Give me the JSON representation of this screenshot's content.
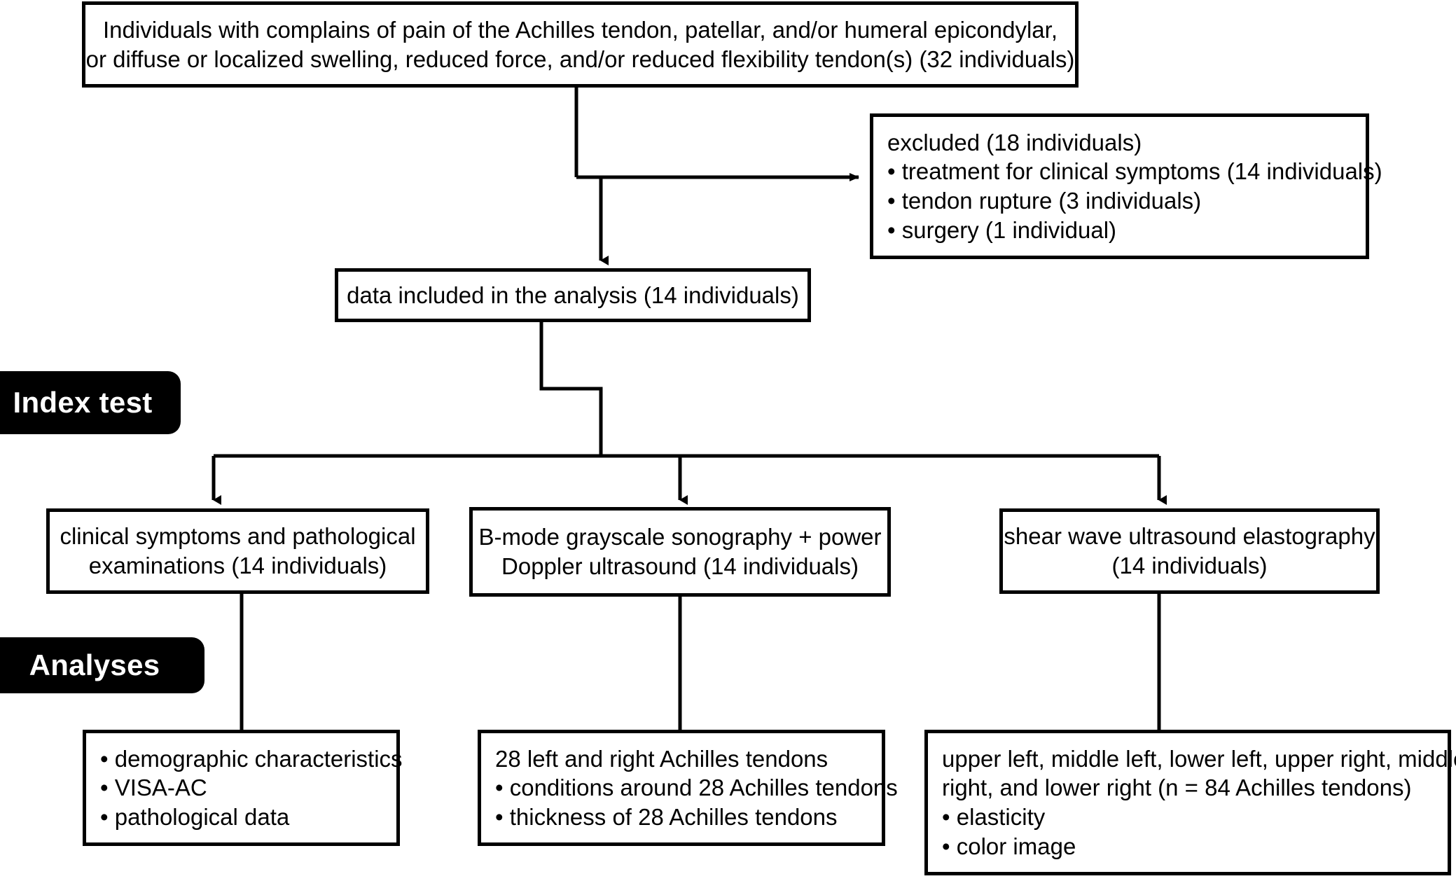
{
  "diagram": {
    "title": "Study participant flow diagram",
    "colors": {
      "background": "#ffffff",
      "stroke": "#000000",
      "badge_background": "#000000",
      "badge_text": "#ffffff"
    },
    "nodes": {
      "enrollment": {
        "lines": [
          "Individuals with complains of pain of the Achilles tendon, patellar, and/or humeral epicondylar,",
          "or diffuse or localized swelling, reduced force, and/or reduced flexibility tendon(s) (32 individuals)"
        ]
      },
      "excluded": {
        "lines": [
          "excluded (18 individuals)",
          "• treatment for clinical symptoms (14 individuals)",
          "• tendon rupture (3 individuals)",
          "• surgery (1 individual)"
        ]
      },
      "included": {
        "lines": [
          "data included in the analysis (14 individuals)"
        ]
      },
      "index_test_1": {
        "lines": [
          "clinical symptoms and pathological",
          "examinations (14 individuals)"
        ]
      },
      "index_test_2": {
        "lines": [
          "B-mode grayscale sonography + power",
          "Doppler ultrasound (14 individuals)"
        ]
      },
      "index_test_3": {
        "lines": [
          "shear wave ultrasound elastography",
          "(14 individuals)"
        ]
      },
      "analysis_1": {
        "lines": [
          "• demographic characteristics",
          "• VISA-AC",
          "• pathological data"
        ]
      },
      "analysis_2": {
        "lines": [
          "28 left and right Achilles tendons",
          "• conditions around 28 Achilles tendons",
          "• thickness of 28 Achilles tendons"
        ]
      },
      "analysis_3": {
        "lines": [
          "upper left, middle left, lower left, upper right, middle",
          "right, and lower right (n = 84 Achilles tendons)",
          "• elasticity",
          "• color image"
        ]
      }
    },
    "badges": {
      "index_test": "Index test",
      "analyses": "Analyses"
    }
  }
}
